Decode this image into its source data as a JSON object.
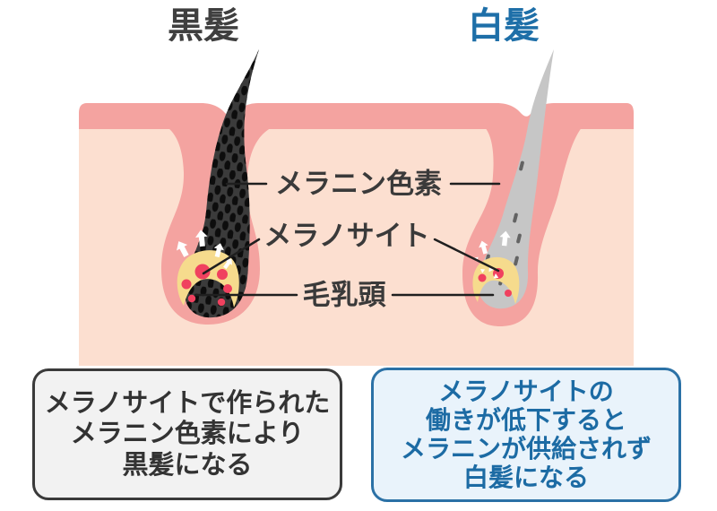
{
  "titles": {
    "black_hair": "黒髪",
    "white_hair": "白髪"
  },
  "labels": {
    "melanin_pigment": "メラニン色素",
    "melanocyte": "メラノサイト",
    "hair_papilla": "毛乳頭"
  },
  "boxes": {
    "black": {
      "lines": [
        "メラノサイトで作られた",
        "メラニン色素により",
        "黒髪になる"
      ]
    },
    "white": {
      "lines": [
        "メラノサイトの",
        "働きが低下すると",
        "メラニンが供給されず",
        "白髪になる"
      ]
    }
  },
  "icons": {
    "melanin_flow": "up-arrow"
  },
  "colors": {
    "skin_surface": "#f4a3a0",
    "skin_inner": "#fcdfd0",
    "hair_black": "#3b3b3b",
    "hair_black_speckle": "#0d0d0d",
    "hair_gray": "#c6c6c6",
    "hair_gray_dash": "#636363",
    "papilla_yellow": "#f6db8d",
    "melanocyte_red": "#f0415f",
    "arrow_white": "#ffffff",
    "title_dark": "#3f3f3f",
    "title_blue": "#1e6fa8",
    "label_dark": "#3a3a3a",
    "line_black": "#1f1f1f",
    "box_black_bg": "#f2f2f2",
    "box_black_border": "#3a3a3a",
    "box_white_bg": "#e9f3fb",
    "box_white_border": "#2b71a6"
  }
}
